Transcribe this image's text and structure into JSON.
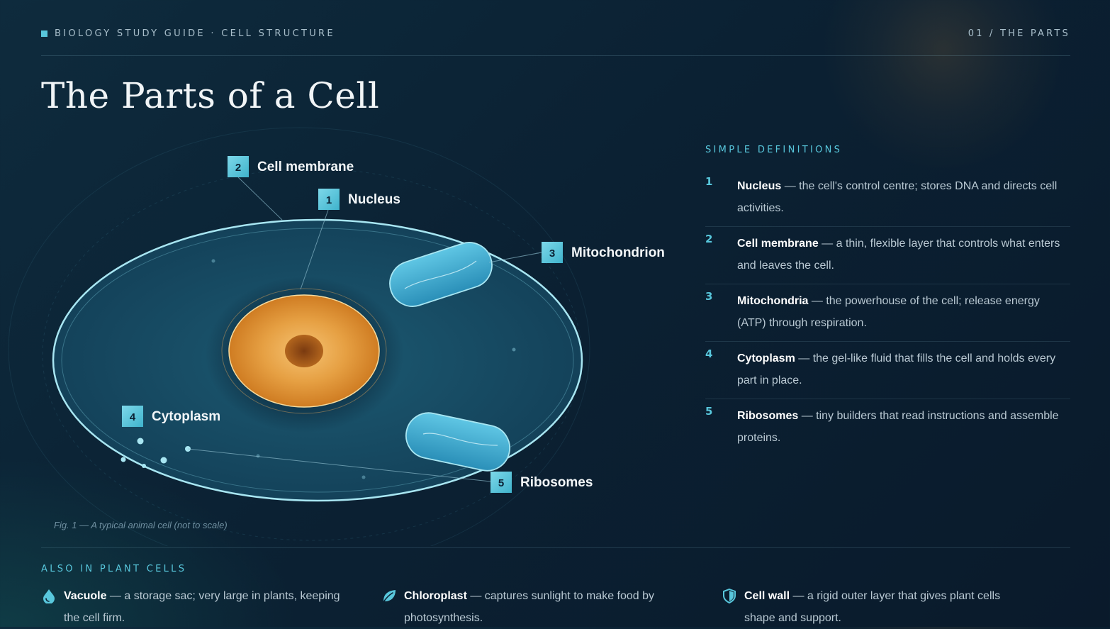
{
  "header": {
    "kicker": "BIOLOGY STUDY GUIDE · CELL STRUCTURE",
    "page": "01 / THE PARTS"
  },
  "title": "The Parts of a Cell",
  "diagram": {
    "caption": "Fig. 1 — A typical animal cell (not to scale)",
    "labels": [
      {
        "num": "1",
        "text": "Nucleus"
      },
      {
        "num": "2",
        "text": "Cell membrane"
      },
      {
        "num": "3",
        "text": "Mitochondrion"
      },
      {
        "num": "4",
        "text": "Cytoplasm"
      },
      {
        "num": "5",
        "text": "Ribosomes"
      }
    ]
  },
  "definitions": {
    "heading": "SIMPLE DEFINITIONS",
    "items": [
      {
        "num": "1",
        "term": "Nucleus",
        "text": " — the cell's control centre; stores DNA and directs cell activities."
      },
      {
        "num": "2",
        "term": "Cell membrane",
        "text": " — a thin, flexible layer that controls what enters and leaves the cell."
      },
      {
        "num": "3",
        "term": "Mitochondria",
        "text": " — the powerhouse of the cell; release energy (ATP) through respiration."
      },
      {
        "num": "4",
        "term": "Cytoplasm",
        "text": " — the gel-like fluid that fills the cell and holds every part in place."
      },
      {
        "num": "5",
        "term": "Ribosomes",
        "text": " — tiny builders that read instructions and assemble proteins."
      }
    ]
  },
  "plant": {
    "heading": "ALSO IN PLANT CELLS",
    "items": [
      {
        "term": "Vacuole",
        "text": " — a storage sac; very large in plants, keeping the cell firm.",
        "icon": "droplet-icon"
      },
      {
        "term": "Chloroplast",
        "text": " — captures sunlight to make food by photosynthesis.",
        "icon": "leaf-icon"
      },
      {
        "term": "Cell wall",
        "text": " — a rigid outer layer that gives plant cells shape and support.",
        "icon": "shield-icon"
      }
    ]
  },
  "colors": {
    "accent": "#58c7dc",
    "nucleus": "#d9822b",
    "membrane": "#a8e6f2",
    "background": "#0b2133"
  }
}
